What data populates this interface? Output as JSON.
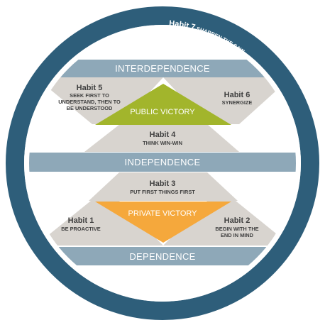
{
  "colors": {
    "ring": "#2e5e7a",
    "band": "#8ea8b8",
    "grey_shape": "#d8d4cf",
    "public_victory": "#a2b52c",
    "private_victory": "#f5a83c",
    "text_dark": "#3f3f3f",
    "text_light": "#ffffff"
  },
  "ring": {
    "label_prefix": "Habit 7",
    "label_rest": " SHARPEN THE SAW"
  },
  "bands": {
    "interdependence": "INTERDEPENDENCE",
    "independence": "INDEPENDENCE",
    "dependence": "DEPENDENCE"
  },
  "victories": {
    "public": "PUBLIC VICTORY",
    "private": "PRIVATE VICTORY"
  },
  "habits": {
    "h5": {
      "title": "Habit 5",
      "lines": [
        "SEEK FIRST TO",
        "UNDERSTAND, THEN TO",
        "BE UNDERSTOOD"
      ]
    },
    "h6": {
      "title": "Habit 6",
      "lines": [
        "SYNERGIZE"
      ]
    },
    "h4": {
      "title": "Habit 4",
      "lines": [
        "THINK WIN-WIN"
      ]
    },
    "h3": {
      "title": "Habit 3",
      "lines": [
        "PUT FIRST THINGS FIRST"
      ]
    },
    "h1": {
      "title": "Habit 1",
      "lines": [
        "BE PROACTIVE"
      ]
    },
    "h2": {
      "title": "Habit 2",
      "lines": [
        "BEGIN WITH THE",
        "END IN MIND"
      ]
    }
  }
}
